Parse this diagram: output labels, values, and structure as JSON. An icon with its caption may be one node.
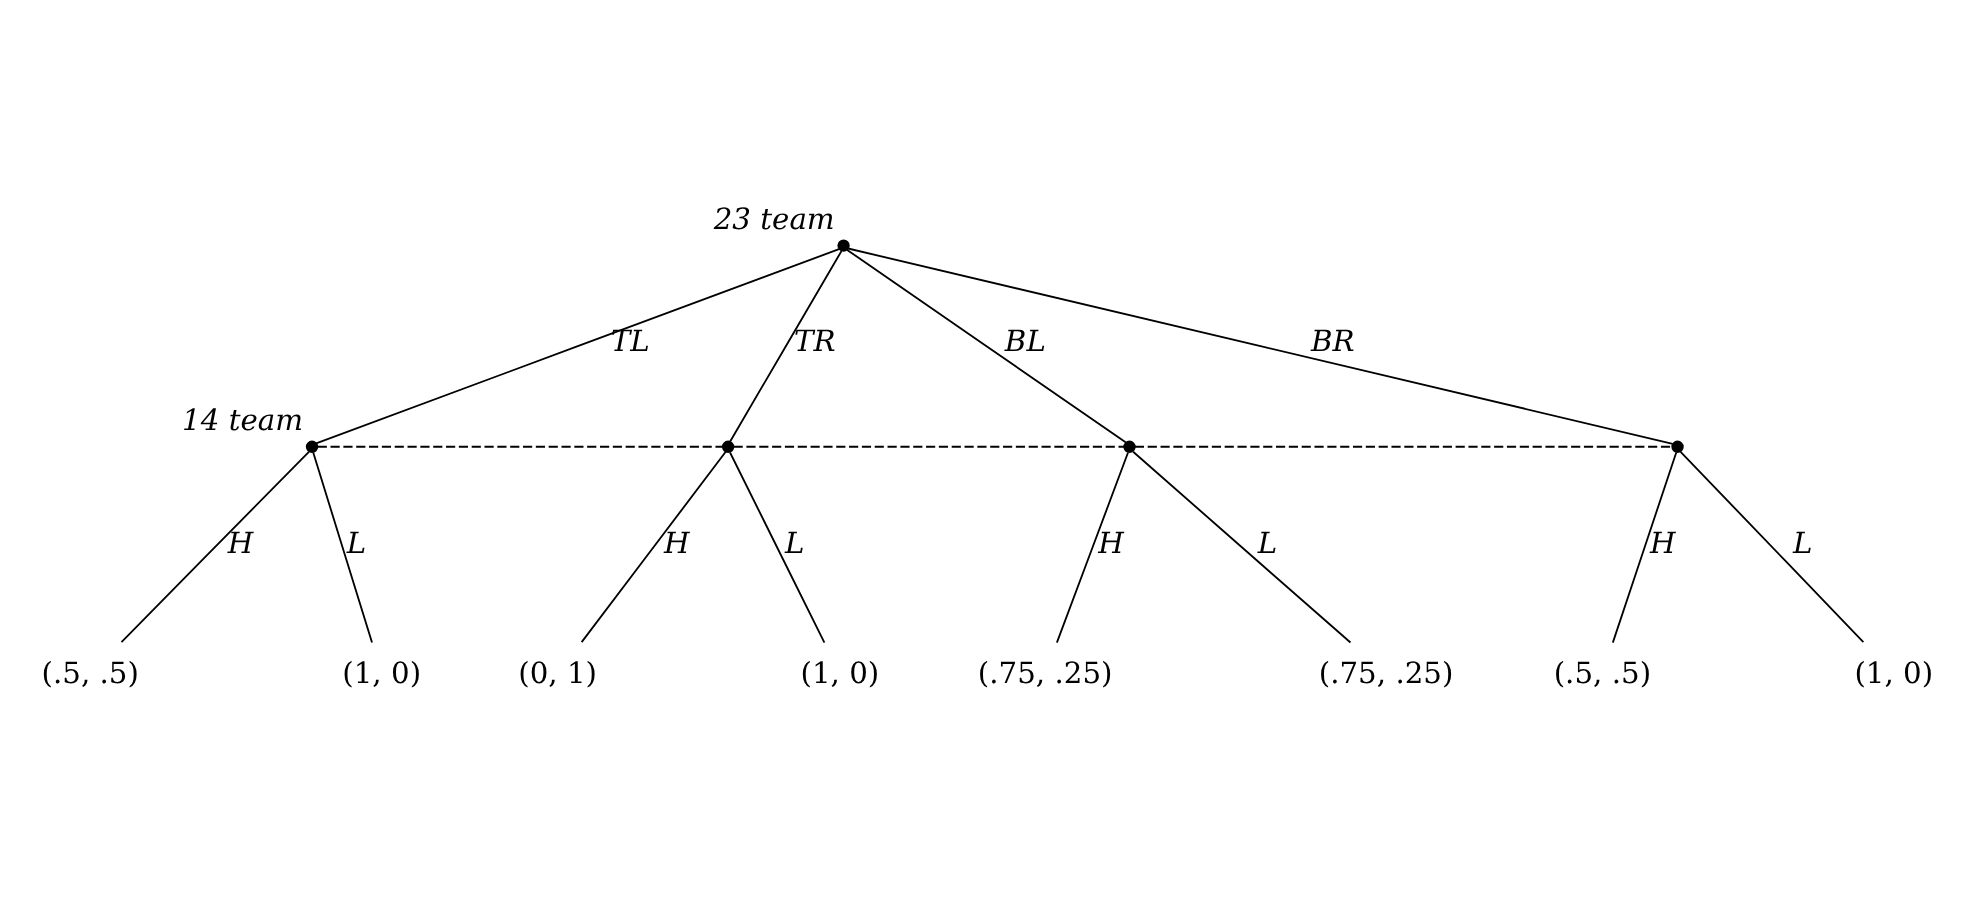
{
  "diagram": {
    "nodes": [
      {
        "text": [],
        "shape": "circle",
        "beside": [
          "23 team"
        ]
      },
      {
        "text": [],
        "shape": "circle",
        "beside": [
          "14 team"
        ]
      },
      {
        "text": [],
        "shape": "circle"
      },
      {
        "text": [],
        "shape": "circle"
      },
      {
        "text": [],
        "shape": "circle"
      },
      {
        "text": [
          "(.5, .5)"
        ]
      },
      {
        "text": [
          "(1, 0)"
        ]
      },
      {
        "text": [
          "(0, 1)"
        ]
      },
      {
        "text": [
          "(1, 0)"
        ]
      },
      {
        "text": [
          "(.75, .25)"
        ]
      },
      {
        "text": [
          "(.75, .25)"
        ]
      },
      {
        "text": [
          "(.5, .5)"
        ]
      },
      {
        "text": [
          "(1, 0)"
        ]
      }
    ],
    "edges": [
      {
        "from": 0,
        "to": 1,
        "arrow": "none",
        "label": "TL"
      },
      {
        "from": 0,
        "to": 2,
        "arrow": "none",
        "label": "TR"
      },
      {
        "from": 0,
        "to": 3,
        "arrow": "none",
        "label": "BL"
      },
      {
        "from": 0,
        "to": 4,
        "arrow": "none",
        "label": "BR"
      },
      {
        "from": 1,
        "to": 2,
        "arrow": "none",
        "style": "dashed"
      },
      {
        "from": 2,
        "to": 3,
        "arrow": "none",
        "style": "dashed"
      },
      {
        "from": 3,
        "to": 4,
        "arrow": "none",
        "style": "dashed"
      },
      {
        "from": 1,
        "to": 5,
        "arrow": "none",
        "label": "H"
      },
      {
        "from": 1,
        "to": 6,
        "arrow": "none",
        "label": "L"
      },
      {
        "from": 2,
        "to": 7,
        "arrow": "none",
        "label": "H"
      },
      {
        "from": 2,
        "to": 8,
        "arrow": "none",
        "label": "L"
      },
      {
        "from": 3,
        "to": 9,
        "arrow": "none",
        "label": "H"
      },
      {
        "from": 3,
        "to": 10,
        "arrow": "none",
        "label": "L"
      },
      {
        "from": 4,
        "to": 11,
        "arrow": "none",
        "label": "H"
      },
      {
        "from": 4,
        "to": 12,
        "arrow": "none",
        "label": "L"
      }
    ]
  }
}
